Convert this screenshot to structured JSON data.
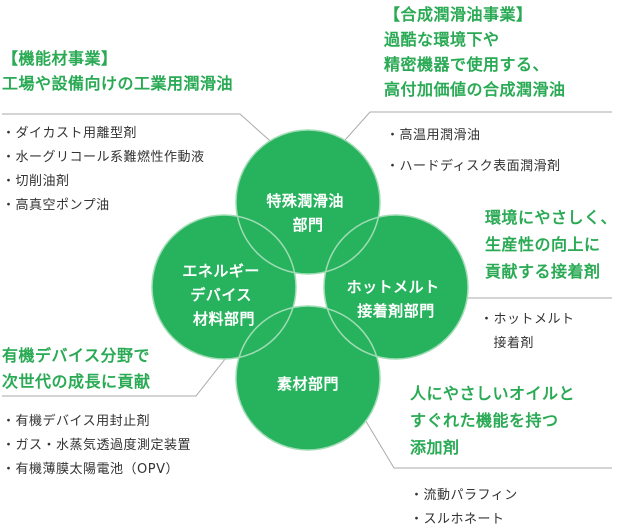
{
  "circles": {
    "top": {
      "lines": [
        "特殊潤滑油",
        "部門"
      ]
    },
    "left": {
      "lines": [
        "エネルギー",
        "デバイス",
        "材料部門"
      ]
    },
    "right": {
      "lines": [
        "ホットメルト",
        "接着剤部門"
      ]
    },
    "bottom": {
      "lines": [
        "素材部門"
      ]
    }
  },
  "sections": {
    "machine": {
      "heading": [
        "【機能材事業】",
        "工場や設備向けの工業用潤滑油"
      ],
      "items": [
        "・ダイカスト用離型剤",
        "・水ーグリコール系難燃性作動液",
        "・切削油剤",
        "・高真空ポンプ油"
      ]
    },
    "synthetic": {
      "heading": [
        "【合成潤滑油事業】",
        "過酷な環境下や",
        "精密機器で使用する、",
        "高付加価値の合成潤滑油"
      ],
      "items": [
        "・高温用潤滑油",
        "・ハードディスク表面潤滑剤"
      ]
    },
    "hotmelt": {
      "heading": [
        "環境にやさしく、",
        "生産性の向上に",
        "貢献する接着剤"
      ],
      "items": [
        "・ホットメルト",
        "　接着剤"
      ]
    },
    "organic": {
      "heading": [
        "有機デバイス分野で",
        "次世代の成長に貢献"
      ],
      "items": [
        "・有機デバイス用封止剤",
        "・ガス・水蒸気透過度測定装置",
        "・有機薄膜太陽電池（OPV）"
      ]
    },
    "materials": {
      "heading": [
        "人にやさしいオイルと",
        "すぐれた機能を持つ",
        "添加剤"
      ],
      "items": [
        "・流動パラフィン",
        "・スルホネート"
      ]
    }
  },
  "colors": {
    "circle_fill": "#27b35e",
    "circle_outline": "#9fdcb4",
    "heading": "#2aaa54",
    "text": "#333333",
    "line": "#aaaaaa"
  }
}
